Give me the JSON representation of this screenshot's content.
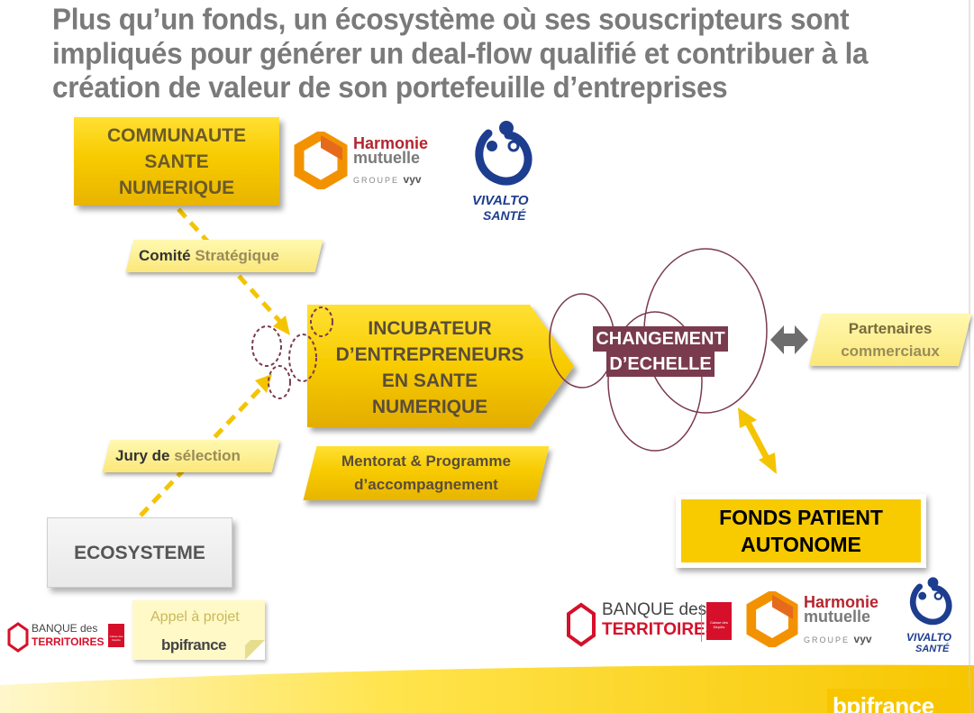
{
  "title": {
    "line1": "Plus qu’un fonds, un écosystème où ses souscripteurs sont",
    "line2": "impliqués pour générer un deal-flow  qualifié et contribuer à la",
    "line3": "création de valeur de son portefeuille d’entreprises"
  },
  "communaute": {
    "line1": "COMMUNAUTE",
    "line2": "SANTE",
    "line3": "NUMERIQUE"
  },
  "comite": {
    "part1": "Comité ",
    "part2": "Stratégique"
  },
  "incubateur": {
    "line1": "INCUBATEUR",
    "line2": "D’ENTREPRENEURS",
    "line3": "EN SANTE",
    "line4": "NUMERIQUE"
  },
  "changement": {
    "line1": "CHANGEMENT",
    "line2": "D’ECHELLE"
  },
  "partenaires": {
    "line1": "Partenaires",
    "line2": "commerciaux"
  },
  "jury": {
    "part1": "Jury de ",
    "part2": "sélection"
  },
  "mentorat": {
    "line1": "Mentorat & Programme",
    "line2": "d’accompagnement"
  },
  "ecosysteme": {
    "label": "ECOSYSTEME"
  },
  "fonds": {
    "line1": "FONDS PATIENT",
    "line2": "AUTONOME"
  },
  "appel": {
    "label": "Appel à projet"
  },
  "logos": {
    "harmonie_line1": "Harmonie",
    "harmonie_line2": "mutuelle",
    "harmonie_group_prefix": "GROUPE ",
    "harmonie_group_brand": "vyv",
    "vivalto_line1": "VIVALTO",
    "vivalto_line2": "SANTÉ",
    "banque_line1": "BANQUE des",
    "banque_line2": "TERRITOIRES",
    "caisse_text": "Caisse des Dépôts",
    "bpifrance": "bpifrance"
  },
  "colors": {
    "title_gray": "#7a7a7a",
    "yellow": "#f7cb00",
    "gold_text": "#9a8b5a",
    "maroon": "#7a3b4e",
    "harmonie_red": "#b5252e",
    "harmonie_orange": "#f39200",
    "vivalto_blue": "#1d3d8f",
    "banque_red": "#d6102a"
  }
}
